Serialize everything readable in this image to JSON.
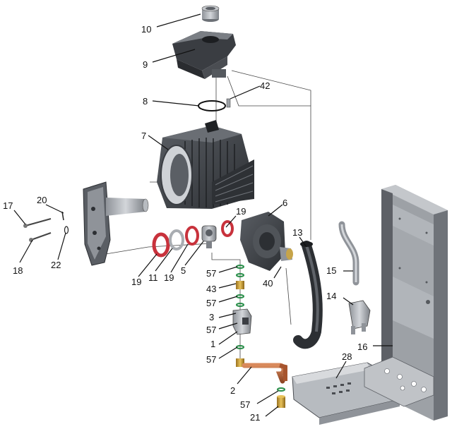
{
  "diagram": {
    "callouts": [
      {
        "id": "10",
        "label": "10"
      },
      {
        "id": "9",
        "label": "9"
      },
      {
        "id": "8",
        "label": "8"
      },
      {
        "id": "42",
        "label": "42"
      },
      {
        "id": "7",
        "label": "7"
      },
      {
        "id": "20",
        "label": "20"
      },
      {
        "id": "17",
        "label": "17"
      },
      {
        "id": "18",
        "label": "18"
      },
      {
        "id": "22",
        "label": "22"
      },
      {
        "id": "19a",
        "label": "19"
      },
      {
        "id": "11",
        "label": "11"
      },
      {
        "id": "19b",
        "label": "19"
      },
      {
        "id": "5",
        "label": "5"
      },
      {
        "id": "19c",
        "label": "19"
      },
      {
        "id": "6",
        "label": "6"
      },
      {
        "id": "13",
        "label": "13"
      },
      {
        "id": "40",
        "label": "40"
      },
      {
        "id": "15",
        "label": "15"
      },
      {
        "id": "14",
        "label": "14"
      },
      {
        "id": "57a",
        "label": "57"
      },
      {
        "id": "43",
        "label": "43"
      },
      {
        "id": "57b",
        "label": "57"
      },
      {
        "id": "3",
        "label": "3"
      },
      {
        "id": "57c",
        "label": "57"
      },
      {
        "id": "1",
        "label": "1"
      },
      {
        "id": "57d",
        "label": "57"
      },
      {
        "id": "16",
        "label": "16"
      },
      {
        "id": "28",
        "label": "28"
      },
      {
        "id": "2",
        "label": "2"
      },
      {
        "id": "57e",
        "label": "57"
      },
      {
        "id": "21",
        "label": "21"
      }
    ],
    "colors": {
      "part_dark": "#3b3e43",
      "part_mid": "#6a6e74",
      "part_light": "#a9adb2",
      "gasket": "#c8323c",
      "oring": "#2a8f4a",
      "brass": "#c99a2e",
      "copper": "#b8643a",
      "frame": "#5d6066",
      "leader": "#111111"
    }
  }
}
